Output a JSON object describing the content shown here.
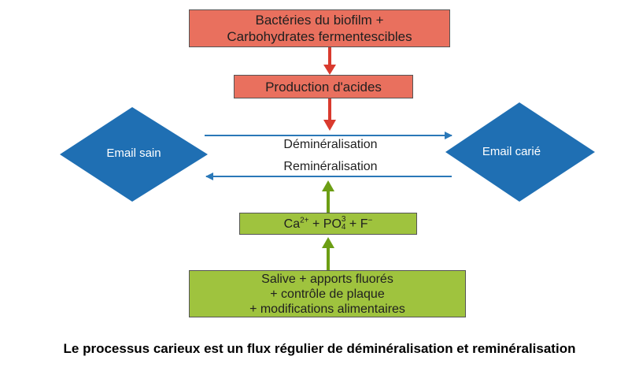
{
  "colors": {
    "red_box": "#e9705e",
    "green_box": "#9fc33e",
    "blue_diamond": "#1f6fb3",
    "blue_arrow": "#2a78b8",
    "red_arrow": "#d93a2e",
    "green_arrow": "#6c9e14"
  },
  "boxes": {
    "bacteria_line1": "Bactéries du biofilm +",
    "bacteria_line2": "Carbohydrates fermentescibles",
    "acid_production": "Production d'acides",
    "ions": {
      "ca": "Ca",
      "ca_charge": "2+",
      "plus1": " + PO",
      "po_charge": "3",
      "po_sub": "4",
      "plus2": " + F",
      "f_charge": "−"
    },
    "saliva_line1": "Salive + apports fluorés",
    "saliva_line2": "+ contrôle de plaque",
    "saliva_line3": "+ modifications alimentaires"
  },
  "diamonds": {
    "left": "Email sain",
    "right": "Email carié"
  },
  "flows": {
    "demineralisation": "Déminéralisation",
    "remineralisation": "Reminéralisation"
  },
  "caption": "Le processus carieux est un flux régulier de déminéralisation et reminéralisation"
}
